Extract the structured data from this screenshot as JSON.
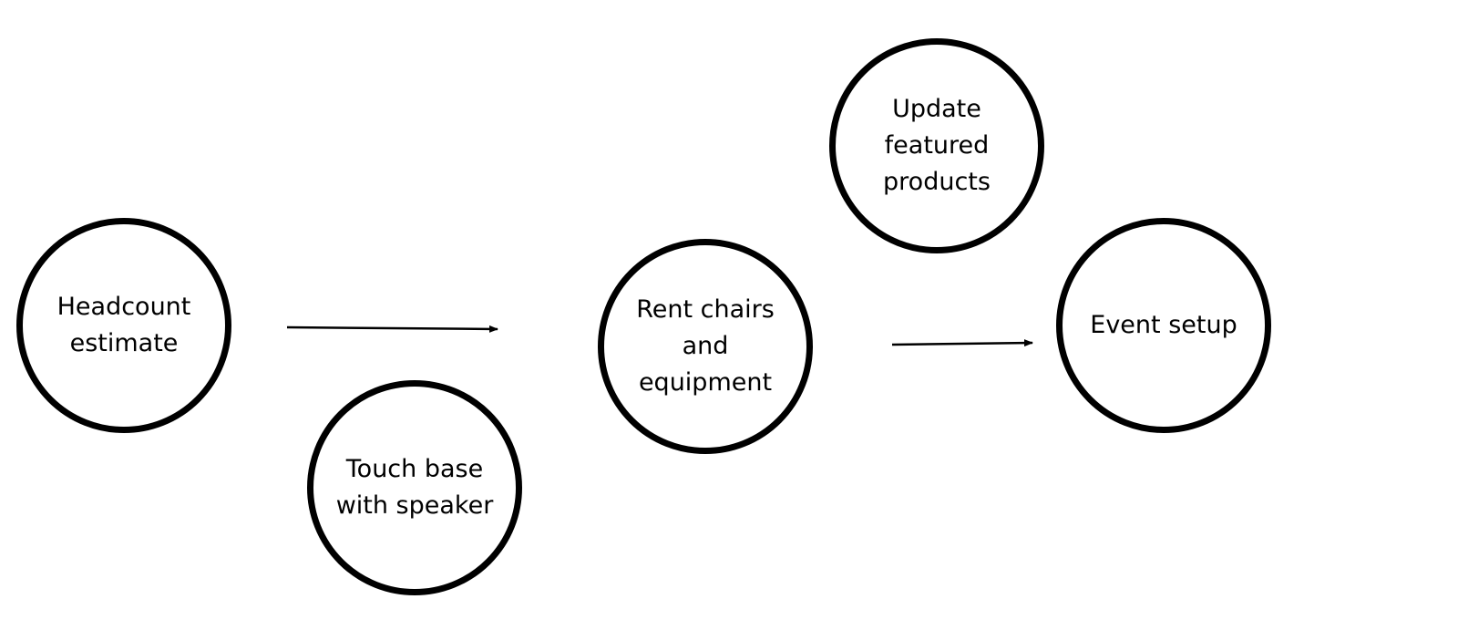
{
  "diagram": {
    "nodes": {
      "headcount": {
        "label": "Headcount\nestimate"
      },
      "touch_base": {
        "label": "Touch base\nwith speaker"
      },
      "rent": {
        "label": "Rent chairs\nand\nequipment"
      },
      "update": {
        "label": "Update\nfeatured\nproducts"
      },
      "event": {
        "label": "Event setup"
      }
    },
    "edges": [
      {
        "from": "headcount",
        "to": "rent"
      },
      {
        "from": "rent",
        "to": "event"
      }
    ],
    "colors": {
      "stroke": "#000000",
      "background": "#ffffff"
    }
  }
}
